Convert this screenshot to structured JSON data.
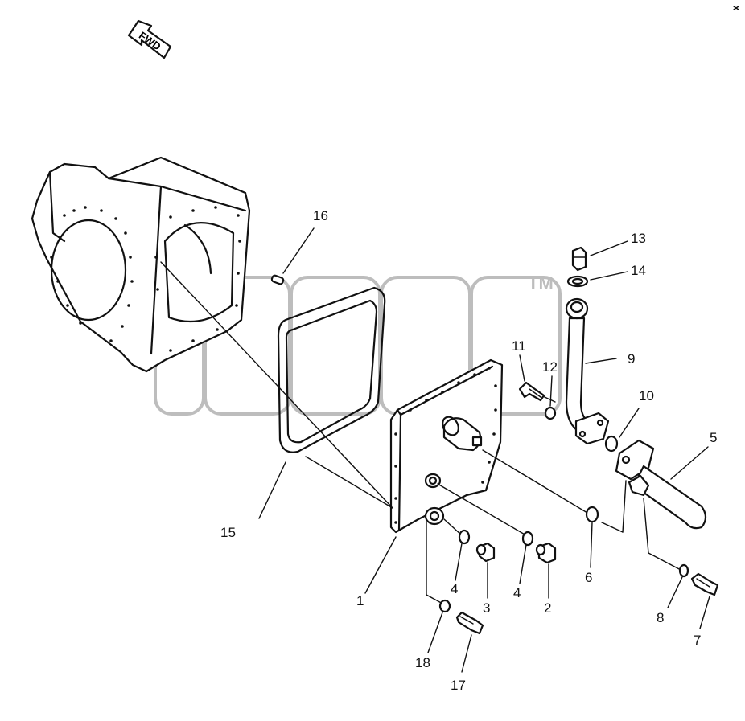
{
  "fwd_label": "FWD",
  "watermark_tm": "TM",
  "callouts": [
    {
      "id": "1",
      "label": "1"
    },
    {
      "id": "2",
      "label": "2"
    },
    {
      "id": "3",
      "label": "3"
    },
    {
      "id": "4a",
      "label": "4"
    },
    {
      "id": "4b",
      "label": "4"
    },
    {
      "id": "5",
      "label": "5"
    },
    {
      "id": "6",
      "label": "6"
    },
    {
      "id": "7",
      "label": "7"
    },
    {
      "id": "8",
      "label": "8"
    },
    {
      "id": "9",
      "label": "9"
    },
    {
      "id": "10",
      "label": "10"
    },
    {
      "id": "11",
      "label": "11"
    },
    {
      "id": "12",
      "label": "12"
    },
    {
      "id": "13",
      "label": "13"
    },
    {
      "id": "14",
      "label": "14"
    },
    {
      "id": "15",
      "label": "15"
    },
    {
      "id": "16",
      "label": "16"
    },
    {
      "id": "17",
      "label": "17"
    },
    {
      "id": "18",
      "label": "18"
    }
  ]
}
